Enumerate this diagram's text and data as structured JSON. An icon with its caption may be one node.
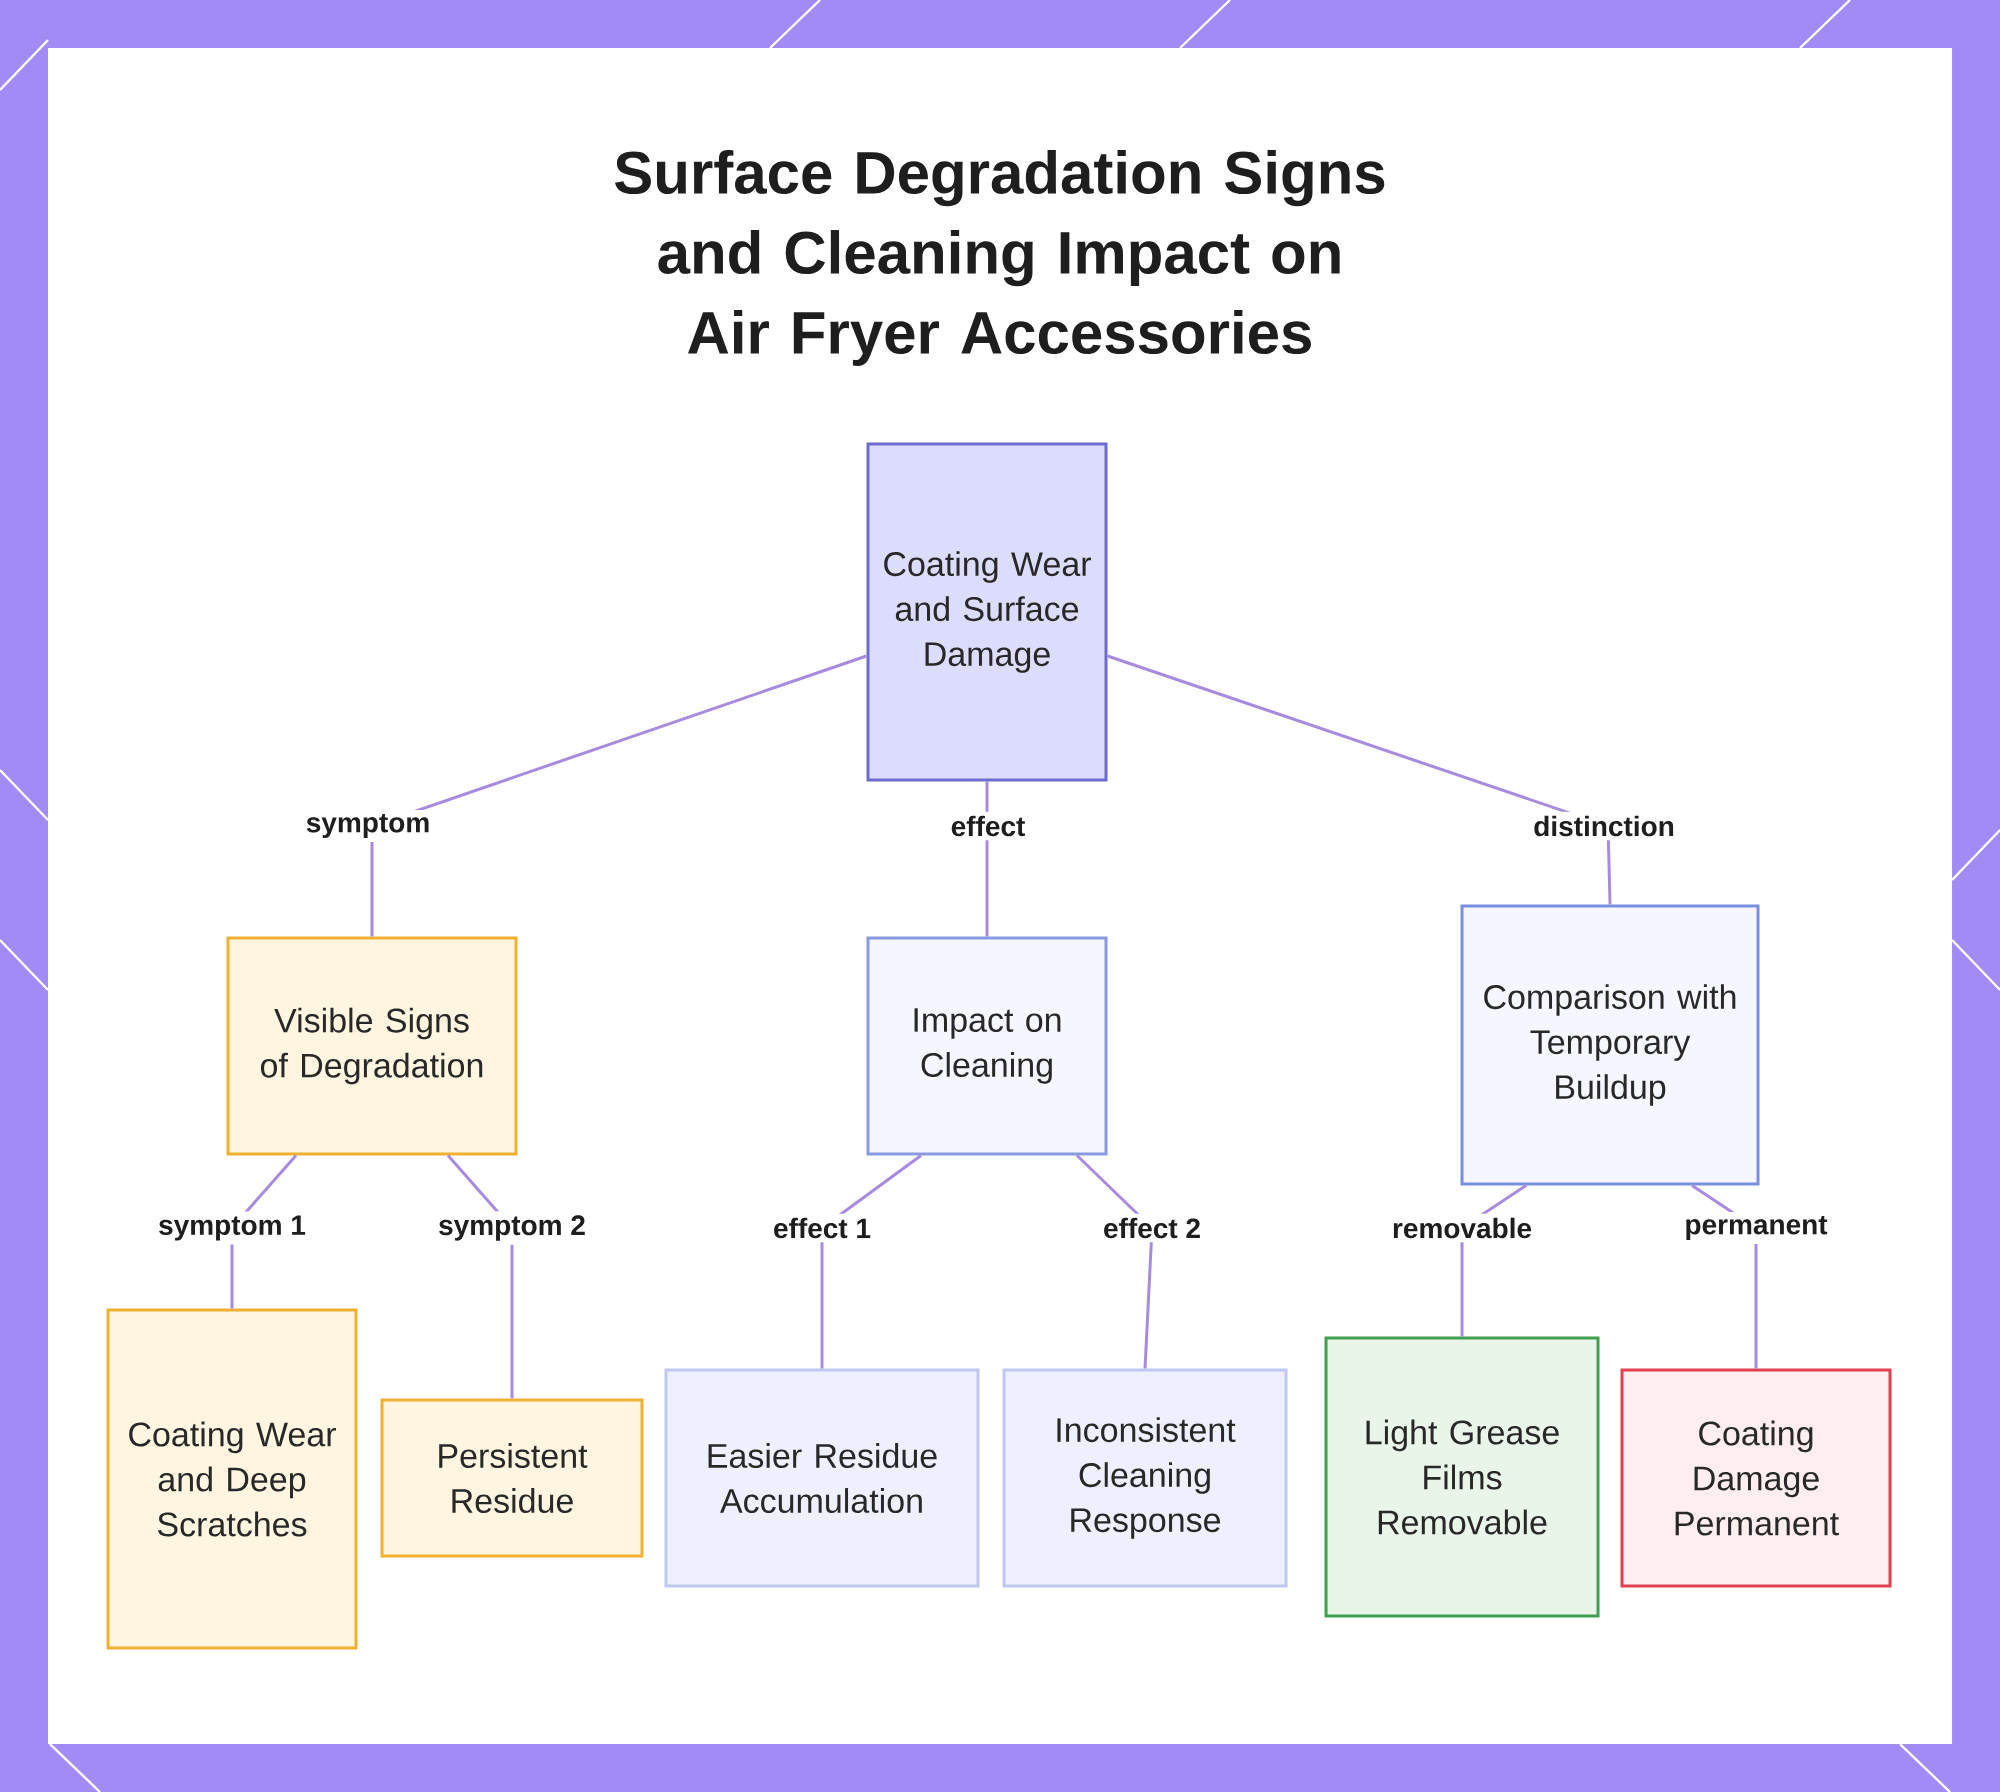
{
  "diagram": {
    "title": "Surface Degradation Signs and Cleaning Impact on Air Fryer Accessories",
    "nodes": [
      {
        "text": [
          "Coating Wear and Surface Damage"
        ]
      },
      {
        "text": [
          "Visible Signs of Degradation"
        ]
      },
      {
        "text": [
          "Impact on Cleaning"
        ]
      },
      {
        "text": [
          "Comparison with Temporary Buildup"
        ]
      },
      {
        "text": [
          "Coating Wear and Deep Scratches"
        ]
      },
      {
        "text": [
          "Persistent Residue"
        ]
      },
      {
        "text": [
          "Easier Residue Accumulation"
        ]
      },
      {
        "text": [
          "Inconsistent Cleaning Response"
        ]
      },
      {
        "text": [
          "Light Grease Films Removable"
        ]
      },
      {
        "text": [
          "Coating Damage Permanent"
        ]
      }
    ],
    "edges": [
      {
        "from": 0,
        "to": 1,
        "arrow": "none",
        "label": "symptom"
      },
      {
        "from": 0,
        "to": 2,
        "arrow": "none",
        "label": "effect"
      },
      {
        "from": 0,
        "to": 3,
        "arrow": "none",
        "label": "distinction"
      },
      {
        "from": 1,
        "to": 4,
        "arrow": "none",
        "label": "symptom 1"
      },
      {
        "from": 1,
        "to": 5,
        "arrow": "none",
        "label": "symptom 2"
      },
      {
        "from": 2,
        "to": 6,
        "arrow": "none",
        "label": "effect 1"
      },
      {
        "from": 2,
        "to": 7,
        "arrow": "none",
        "label": "effect 2"
      },
      {
        "from": 3,
        "to": 8,
        "arrow": "none",
        "label": "removable"
      },
      {
        "from": 3,
        "to": 9,
        "arrow": "none",
        "label": "permanent"
      }
    ]
  }
}
